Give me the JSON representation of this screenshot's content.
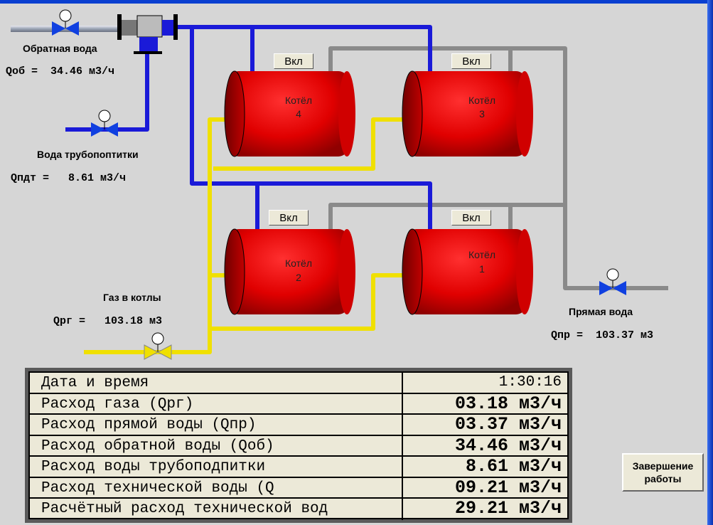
{
  "labels": {
    "return_water": "Обратная вода",
    "q_return": "Qоб =  34.46 м3/ч",
    "makeup_water": "Вода трубопоптитки",
    "q_makeup": "Qпдт =   8.61 м3/ч",
    "gas": "Газ в котлы",
    "q_gas": "Qрг =   103.18 м3",
    "direct_water": "Прямая вода",
    "q_direct": "Qпр =  103.37 м3"
  },
  "boilers": [
    {
      "name": "Котёл",
      "num": "4",
      "button": "Вкл"
    },
    {
      "name": "Котёл",
      "num": "3",
      "button": "Вкл"
    },
    {
      "name": "Котёл",
      "num": "2",
      "button": "Вкл"
    },
    {
      "name": "Котёл",
      "num": "1",
      "button": "Вкл"
    }
  ],
  "table": [
    {
      "label": "Дата и время",
      "value": "1:30:16"
    },
    {
      "label": "Расход газа (Qрг)",
      "value": "03.18 м3/ч"
    },
    {
      "label": "Расход прямой воды (Qпр)",
      "value": "03.37 м3/ч"
    },
    {
      "label": "Расход обратной воды (Qоб)",
      "value": "34.46 м3/ч"
    },
    {
      "label": "Расход воды трубоподпитки",
      "value": "8.61 м3/ч"
    },
    {
      "label": "Расход технической воды (Q",
      "value": "09.21 м3/ч"
    },
    {
      "label": "Расчётный расход технической вод",
      "value": "29.21 м3/ч"
    }
  ],
  "exit_button": "Завершение работы",
  "colors": {
    "water_pipe": "#1a1ad8",
    "gas_pipe": "#f0e000",
    "direct_pipe": "#a0a0a0",
    "boiler": "#e00000",
    "valve": "#1040e0",
    "gas_valve": "#f0e000"
  }
}
